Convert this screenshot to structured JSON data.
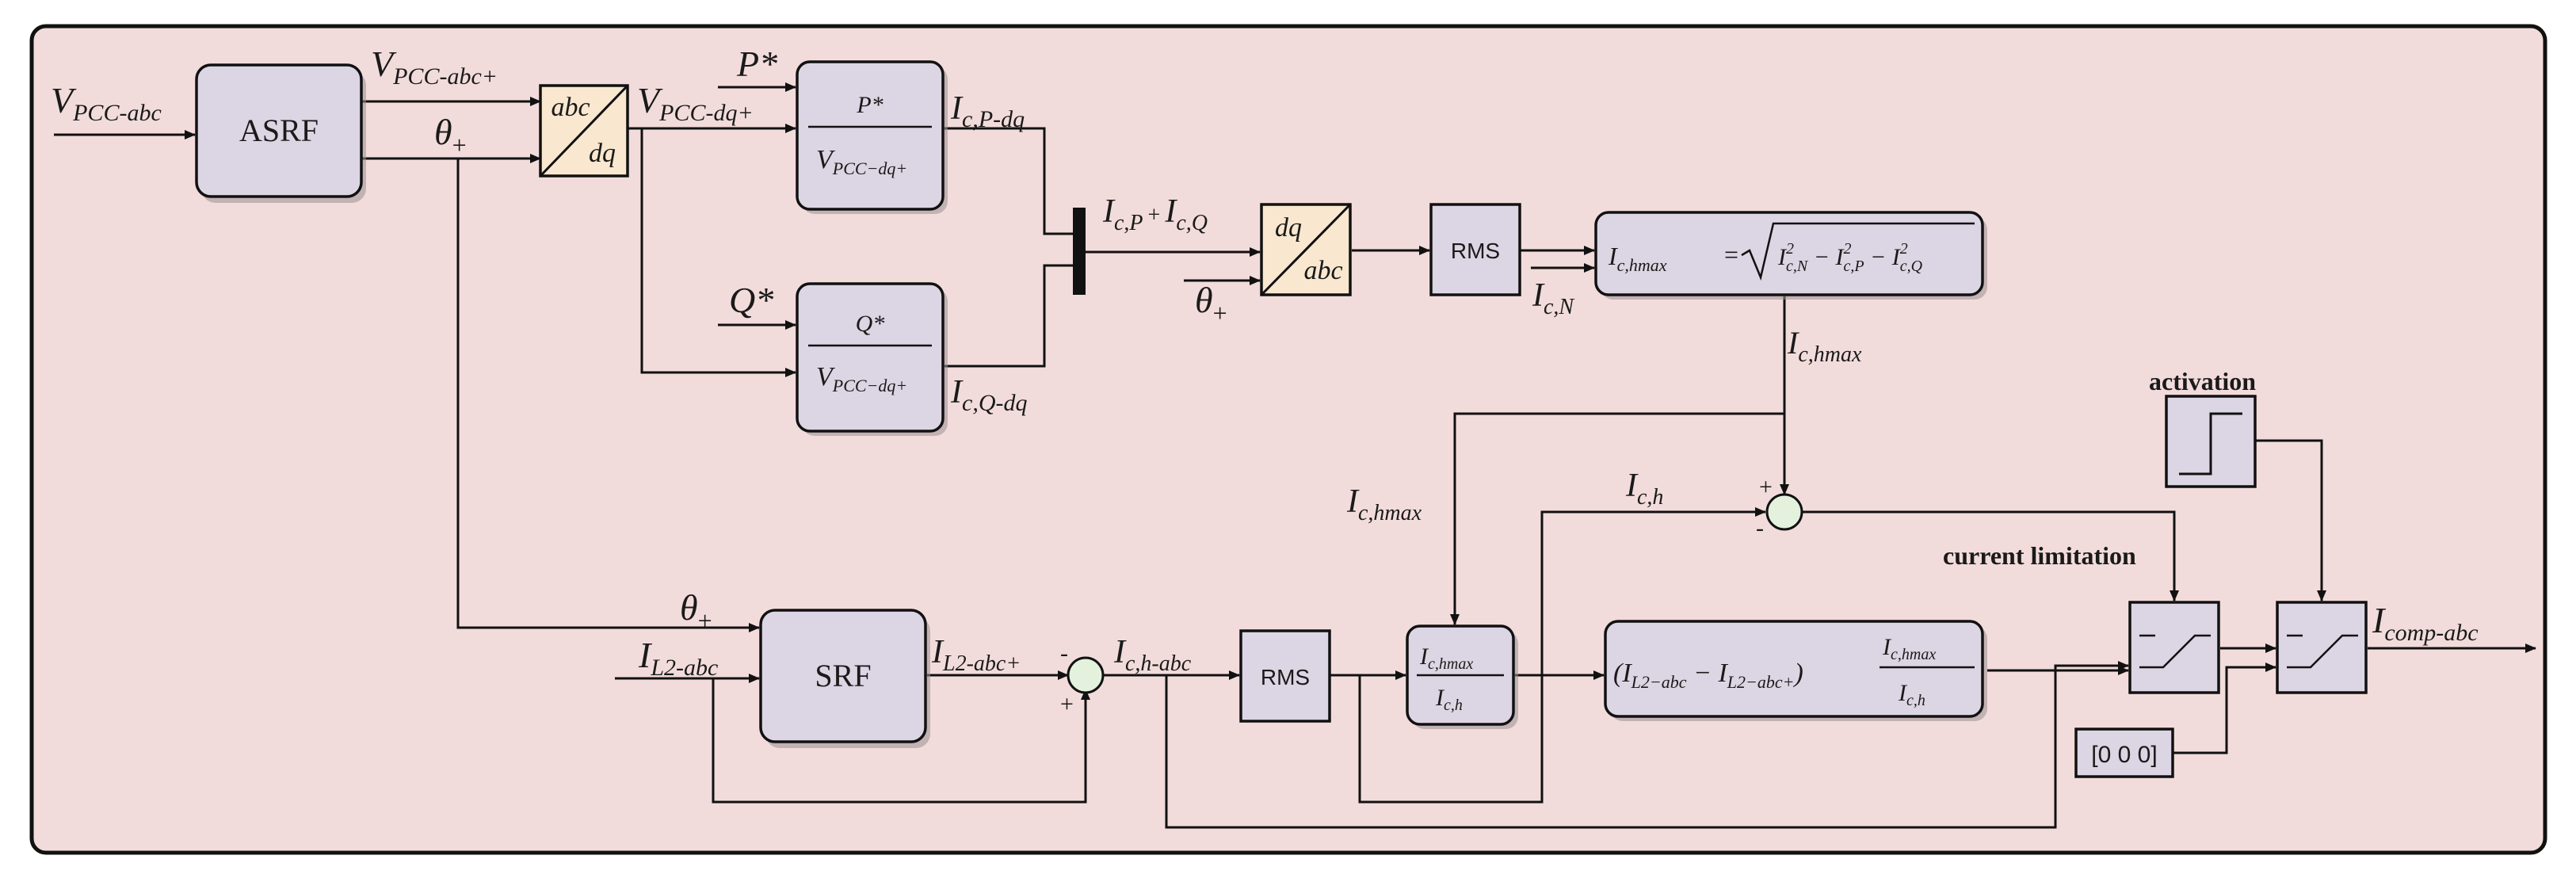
{
  "colors": {
    "background_panel": "#f2dcdb",
    "block_fill": "#dcd5e3",
    "transform_fill": "#f9e7cf",
    "sum_fill": "#e3f1dd",
    "line": "#111111"
  },
  "inputs": {
    "vpcc_abc": "V",
    "vpcc_abc_sub": "PCC-abc",
    "il2_abc": "I",
    "il2_abc_sub": "L2-abc",
    "p_star": "P*",
    "q_star": "Q*",
    "theta_plus": "θ",
    "theta_plus_sub": "+"
  },
  "blocks": {
    "asrf": "ASRF",
    "srf": "SRF",
    "abc_dq_top": "abc",
    "abc_dq_bottom": "dq",
    "dq_abc_top": "dq",
    "dq_abc_bottom": "abc",
    "rms_top": "RMS",
    "rms_bottom": "RMS",
    "p_div_num": "P*",
    "q_div_num": "Q*",
    "div_den": "V",
    "div_den_sub": "PCC−dq+",
    "zero_const": "[0 0 0]"
  },
  "signals": {
    "vpcc_abc_plus": "V",
    "vpcc_abc_plus_sub": "PCC-abc+",
    "vpcc_dq_plus": "V",
    "vpcc_dq_plus_sub": "PCC-dq+",
    "ic_p_dq": "I",
    "ic_p_dq_sub": "c,P-dq",
    "ic_q_dq": "I",
    "ic_q_dq_sub": "c,Q-dq",
    "ic_p": "I",
    "ic_p_sub": "c,P",
    "ic_q": "I",
    "ic_q_sub": "c,Q",
    "ic_n": "I",
    "ic_n_sub": "c,N",
    "ic_hmax": "I",
    "ic_hmax_sub": "c,hmax",
    "ic_h": "I",
    "ic_h_sub": "c,h",
    "il2_abc_plus": "I",
    "il2_abc_plus_sub": "L2-abc+",
    "ic_h_abc": "I",
    "ic_h_abc_sub": "c,h-abc",
    "icomp_abc": "I",
    "icomp_abc_sub": "comp-abc",
    "plus": "+",
    "minus": "-"
  },
  "formulas": {
    "hmax_lhs": "I",
    "hmax_lhs_sub": "c,hmax",
    "hmax_eq": "=",
    "ratio_num": "I",
    "ratio_num_sub": "c,hmax",
    "ratio_den": "I",
    "ratio_den_sub": "c,h",
    "scale_l2": "L2−abc",
    "scale_l2plus": "L2−abc+",
    "scale_minus": "−"
  },
  "annotations": {
    "activation": "activation",
    "current_limitation": "current limitation"
  }
}
